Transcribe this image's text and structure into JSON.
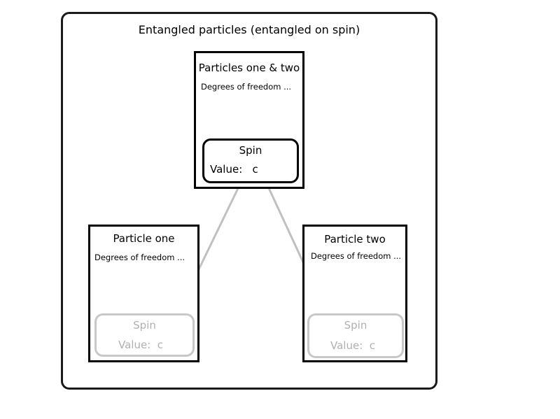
{
  "diagram": {
    "title": "Entangled particles (entangled on spin)",
    "combined": {
      "title": "Particles one & two",
      "subtitle": "Degrees of freedom ...",
      "spin": {
        "label": "Spin",
        "value_text": "Value:   c"
      }
    },
    "particle_one": {
      "title": "Particle one",
      "subtitle": "Degrees of freedom ...",
      "spin": {
        "label": "Spin",
        "value_text": "Value:  c"
      }
    },
    "particle_two": {
      "title": "Particle two",
      "subtitle": "Degrees of freedom ...",
      "spin": {
        "label": "Spin",
        "value_text": "Value:  c"
      }
    },
    "colors": {
      "border": "#000000",
      "faded": "#c8c8c8",
      "faded_text": "#b0b0b0"
    }
  }
}
